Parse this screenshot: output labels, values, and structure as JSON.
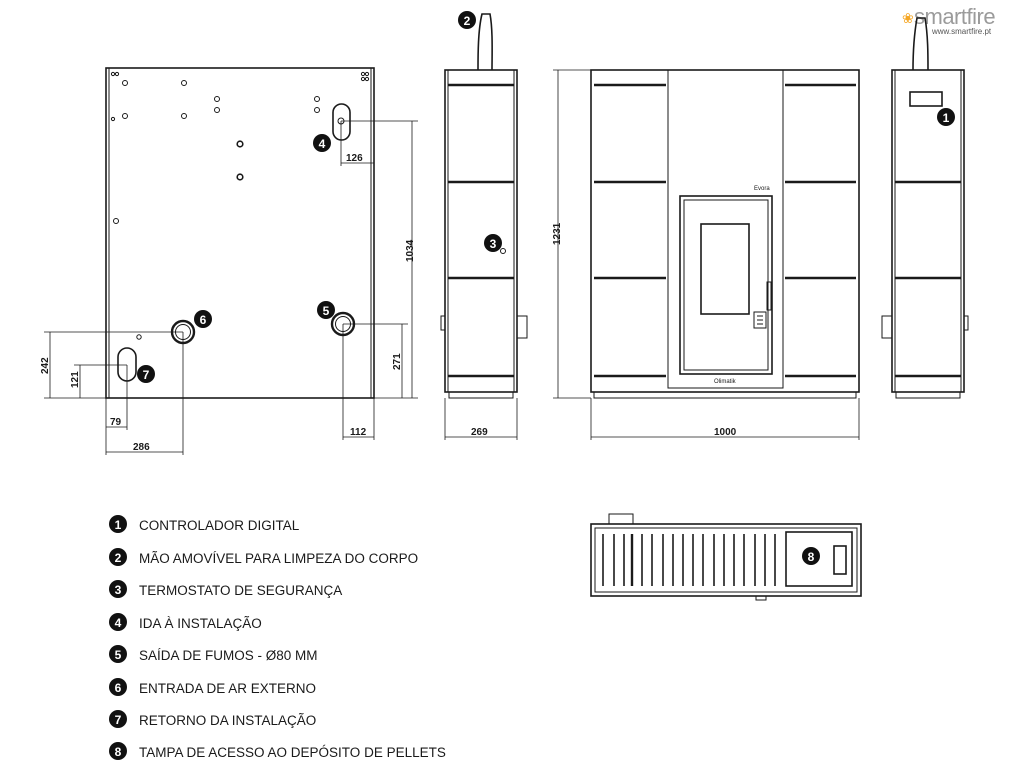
{
  "logo": {
    "name": "smartfire",
    "url": "www.smartfire.pt"
  },
  "dimensions": {
    "d1034": "1034",
    "d126": "126",
    "d242": "242",
    "d121": "121",
    "d79": "79",
    "d286": "286",
    "d271": "271",
    "d112": "112",
    "d269": "269",
    "d1231": "1231",
    "d1000": "1000"
  },
  "front_labels": {
    "model": "Evora",
    "brand": "Olimatik"
  },
  "callouts": [
    "1",
    "2",
    "3",
    "4",
    "5",
    "6",
    "7",
    "8"
  ],
  "legend": [
    {
      "num": "1",
      "text": "CONTROLADOR DIGITAL"
    },
    {
      "num": "2",
      "text": "MÃO AMOVÍVEL PARA LIMPEZA DO CORPO"
    },
    {
      "num": "3",
      "text": "TERMOSTATO DE SEGURANÇA"
    },
    {
      "num": "4",
      "text": "IDA À INSTALAÇÃO"
    },
    {
      "num": "5",
      "text": "SAÍDA DE FUMOS - Ø80 MM"
    },
    {
      "num": "6",
      "text": "ENTRADA DE AR EXTERNO"
    },
    {
      "num": "7",
      "text": "RETORNO DA INSTALAÇÃO"
    },
    {
      "num": "8",
      "text": "TAMPA DE ACESSO AO DEPÓSITO DE PELLETS"
    }
  ]
}
